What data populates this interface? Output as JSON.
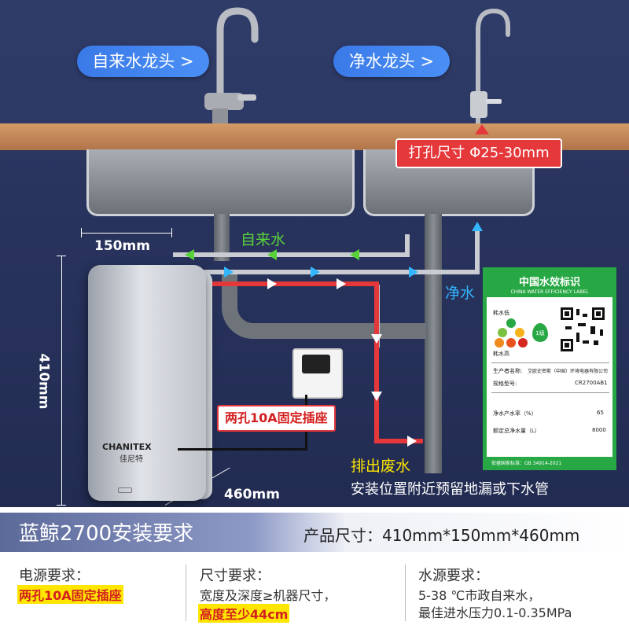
{
  "faucets": {
    "tap_label": "自来水龙头 >",
    "pure_label": "净水龙头 >"
  },
  "hole_size": "打孔尺寸  Φ25-30mm",
  "flow_labels": {
    "tap_water": "自来水",
    "pure_water": "净水",
    "waste_water": "排出废水"
  },
  "dimensions": {
    "width": "150mm",
    "height": "410mm",
    "depth": "460mm"
  },
  "socket_label": "两孔10A固定插座",
  "drain_note": "安装位置附近预留地漏或下水管",
  "unit": {
    "brand": "CHANITEX",
    "brand_cn": "佳尼特"
  },
  "efficiency_label": {
    "title": "中国水效标识",
    "subtitle": "CHINA WATER EFFICIENCY LABEL",
    "low_use": "耗水低",
    "high_use": "耗水高",
    "grade": "1级",
    "manufacturer_key": "生产者名称:",
    "manufacturer_val": "艾欧史密斯（中国）环境电器有限公司",
    "model_key": "规格型号:",
    "model_val": "CR2700AB1",
    "rate_key": "净水产水率（%）",
    "rate_val": "65",
    "volume_key": "额定总净水量（L）",
    "volume_val": "8000",
    "standard": "依据国家标准：GB 34914-2021"
  },
  "title": "蓝鲸2700安装要求",
  "product_size": "产品尺寸：410mm*150mm*460mm",
  "requirements": {
    "power": {
      "heading": "电源要求：",
      "highlight": "两孔10A固定插座"
    },
    "size": {
      "heading": "尺寸要求：",
      "text": "宽度及深度≥机器尺寸，",
      "highlight": "高度至少44cm"
    },
    "water": {
      "heading": "水源要求：",
      "line1": "5-38 ℃市政自来水，",
      "line2": "最佳进水压力0.1-0.35MPa"
    }
  },
  "colors": {
    "accent_blue": "#3a7ae8",
    "tap_green": "#5ad23a",
    "pure_blue": "#33b6ff",
    "waste_red": "#e5383b",
    "label_green": "#27a844",
    "highlight_yellow": "#ffe600"
  }
}
